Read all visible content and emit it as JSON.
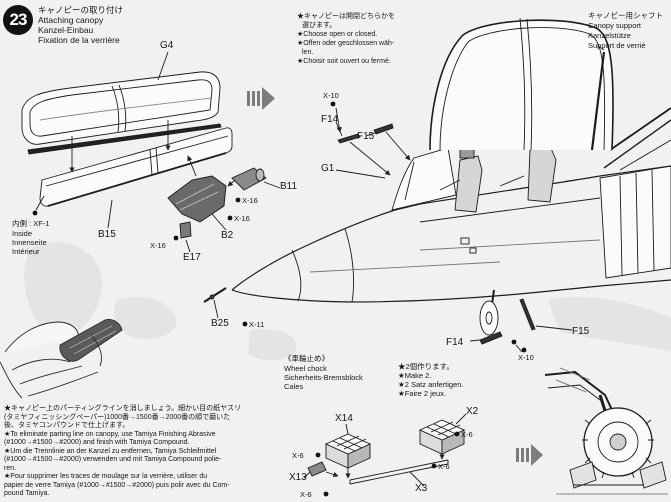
{
  "step": {
    "number": "23",
    "title_ja": "キャノピーの取り付け",
    "title_en": "Attaching canopy",
    "title_de": "Kanzel-Einbau",
    "title_fr": "Fixation de la verrière"
  },
  "canopy_choice_note": [
    "★キャノピーは開閉どちらかを",
    "選びます。",
    "★Choose open or closed.",
    "★Offen oder geschlossen wäh-",
    "len.",
    "★Choisir soit ouvert ou fermé."
  ],
  "canopy_support_note": [
    "キャノピー用シャフト",
    "Canopy support",
    "Kanzelstütze",
    "Support de verriè"
  ],
  "interior_paint_note": [
    "内側 : XF-1",
    "Inside",
    "Innenseite",
    "Intérieur"
  ],
  "part_labels": {
    "g4": "G4",
    "b15": "B15",
    "b2": "B2",
    "b11": "B11",
    "x16_b11": "X-16",
    "x16_b2": "X-16",
    "x16_e17": "X-16",
    "e17": "E17",
    "b25": "B25",
    "x11": "X-11",
    "x10_upper": "X-10",
    "f14_upper": "F14",
    "f15_upper": "F15",
    "g1": "G1",
    "f14_lower": "F14",
    "f15_lower": "F15",
    "x10_lower": "X-10",
    "x14": "X14",
    "x2": "X2",
    "x6_a": "X-6",
    "x6_b": "X-6",
    "x6_c": "X-6",
    "x13": "X13",
    "x3": "X3",
    "x6_d": "X-6"
  },
  "wheel_chock": {
    "heading": [
      "《車輪止め》",
      "Wheel chock",
      "Sicherheits-Bremsblock",
      "Cales"
    ],
    "quantity_note": [
      "★2個作ります。",
      "★Make 2.",
      "★2 Satz anfertigen.",
      "★Faire 2 jeux."
    ]
  },
  "parting_line_note": [
    "★キャノピー上のパーティングラインを消しましょう。細かい目の紙ヤスリ",
    "(タミヤフィニッシングペーパー)1000番→1500番→2000番の順で磨いた",
    "後、タミヤコンパウンドで仕上げます。",
    "★To eliminate parting line on canopy, use Tamiya Finishing Abrasive",
    "(#1000→#1500→#2000) and finish with Tamiya Compound.",
    "★Um die Trennlinie an der Kanzel zu entfernen, Tamiya Schleifmittel",
    "(#1000→#1500→#2000) verwenden und mit Tamiya Compound polie-",
    "ren.",
    "★Pour supprimer les traces de moulage sur la verrière, utiliser du",
    "papier de verre Tamiya (#1000→#1500→#2000) puis polir avec du Com-",
    "pound Tamiya."
  ],
  "colors": {
    "paper": "#f1f1f0",
    "ink": "#161616",
    "arrow": "#7d7d7d",
    "badge": "#111111"
  }
}
